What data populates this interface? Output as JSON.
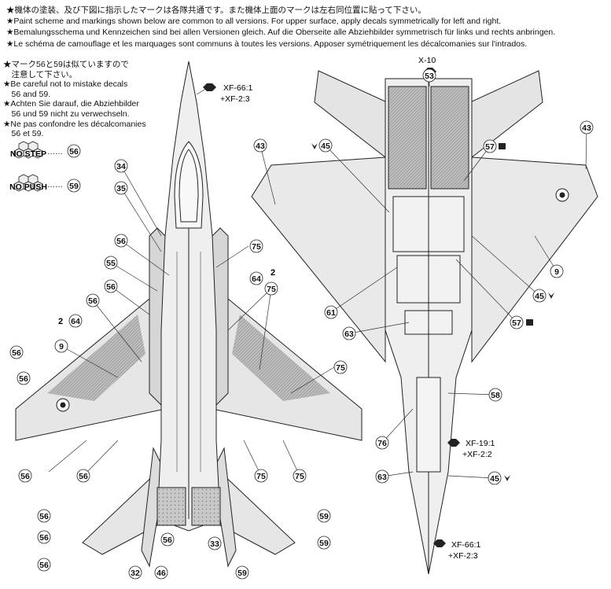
{
  "header": {
    "lines": [
      "★機体の塗装、及び下図に指示したマークは各隊共通です。また機体上面のマークは左右同位置に貼って下さい。",
      "★Paint scheme and markings shown below are common to all versions. For upper surface, apply decals symmetrically for left and right.",
      "★Bemalungsschema und Kennzeichen sind bei allen Versionen gleich. Auf die Oberseite alle Abziehbilder symmetrisch für links und rechts anbringen.",
      "★Le schéma de camouflage et les marquages sont communs à toutes les versions. Apposer symétriquement les décalcomanies sur l'intrados."
    ]
  },
  "note": {
    "lines": [
      "★マーク56と59は似ていますので",
      "　注意して下さい。",
      "★Be careful not to mistake decals",
      "　56 and 59.",
      "★Achten Sie darauf, die Abziehbilder",
      "　56 und 59 nicht zu verwechseln.",
      "★Ne pas confondre les décalcomanies",
      "　56 et 59."
    ]
  },
  "legend": {
    "step_label": "NO STEP",
    "step_num": "56",
    "push_label": "NO PUSH",
    "push_num": "59"
  },
  "paint_codes": {
    "nose_top_1": "XF-66:1",
    "nose_top_2": "+XF-2:3",
    "spine": "X-10",
    "mid_1": "XF-19:1",
    "mid_2": "+XF-2:2",
    "nose_bottom_1": "XF-66:1",
    "nose_bottom_2": "+XF-2:3"
  },
  "callouts": {
    "c34": "34",
    "c35": "35",
    "c56": "56",
    "c55": "55",
    "c75": "75",
    "c64": "64",
    "c9": "9",
    "c2": "2",
    "c33": "33",
    "c32": "32",
    "c46": "46",
    "c59": "59",
    "c43": "43",
    "c45": "45",
    "c53": "53",
    "c57": "57",
    "c61": "61",
    "c63": "63",
    "c58": "58",
    "c76": "76"
  }
}
